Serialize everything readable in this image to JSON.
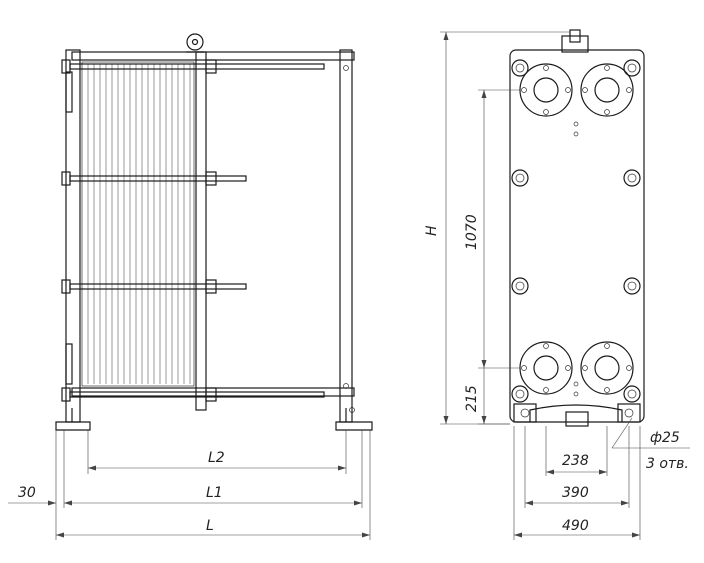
{
  "dimensions": {
    "L2": "L2",
    "L1": "L1",
    "L": "L",
    "offset_30": "30",
    "H": "H",
    "height_1070": "1070",
    "height_215": "215",
    "width_238": "238",
    "width_390": "390",
    "width_490": "490",
    "hole_dia": "ф25",
    "hole_count": "3 отв."
  },
  "colors": {
    "line": "#1a1a1a",
    "dimension": "#444444",
    "background": "#ffffff"
  }
}
